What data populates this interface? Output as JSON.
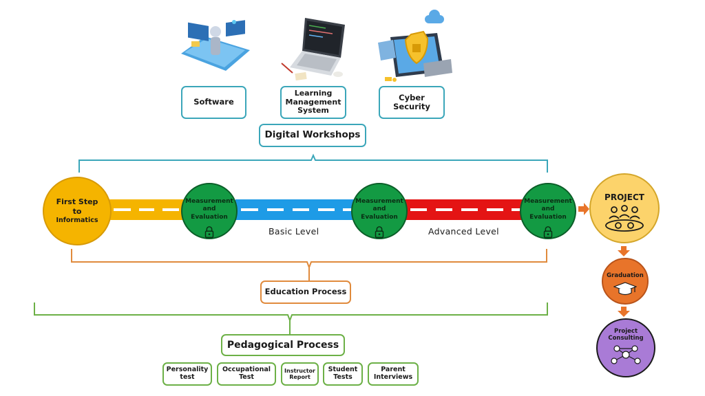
{
  "workshops": {
    "title": "Digital Workshops",
    "items": [
      {
        "label": "Software",
        "icon": "software-illustration-icon"
      },
      {
        "label": "Learning Management System",
        "icon": "laptop-illustration-icon"
      },
      {
        "label": "Cyber Security",
        "icon": "cyber-security-illustration-icon"
      }
    ]
  },
  "road": {
    "start": {
      "line1": "First Step",
      "line2": "to",
      "line3": "Informatics"
    },
    "checkpoint_label": "Measurement and Evaluation",
    "levels": {
      "basic": "Basic Level",
      "advanced": "Advanced Level"
    },
    "segment_colors": {
      "start": "#f5b400",
      "basic": "#1e9be6",
      "advanced": "#e41414"
    }
  },
  "education_process": {
    "label": "Education Process"
  },
  "pedagogical": {
    "title": "Pedagogical Process",
    "items": [
      "Personality test",
      "Occupational Test",
      "Instructor Report",
      "Student Tests",
      "Parent Interviews"
    ]
  },
  "right_flow": {
    "project": "PROJECT",
    "graduation": "Graduation",
    "consulting": "Project Consulting"
  },
  "colors": {
    "teal": "#3aa6b9",
    "orange": "#e08a3c",
    "green": "#6cb046",
    "project": "#fcd36b",
    "graduation": "#e8742a",
    "consulting": "#a97bd6"
  }
}
